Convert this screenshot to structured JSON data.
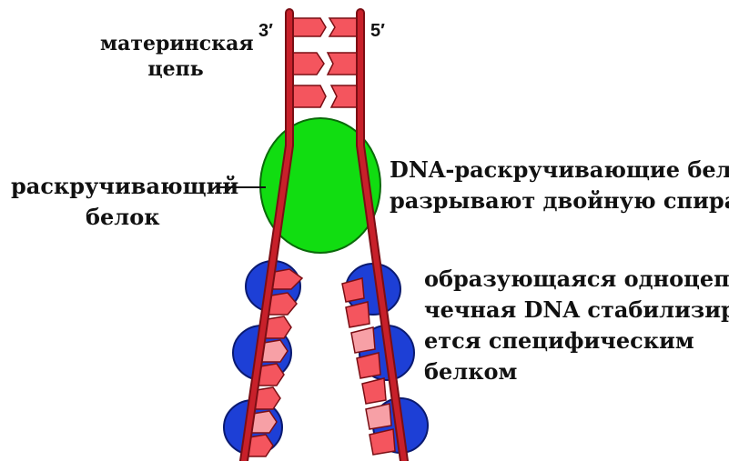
{
  "labels": {
    "parent_strand": [
      "материнская",
      "цепь"
    ],
    "end_3": "3′",
    "end_5": "5′",
    "helicase": [
      "раскручивающий",
      "белок"
    ],
    "helicase_desc": [
      "DNA-раскручивающие белки",
      "разрывают двойную спираль"
    ],
    "ssb_desc": [
      "образующаяся одноцепо-",
      "чечная DNA стабилизиру-",
      "ется специфическим",
      "белком"
    ]
  },
  "colors": {
    "backbone": "#c8202a",
    "base": "#f4555e",
    "base_light": "#f7a0a6",
    "helicase": "#11dd11",
    "ssb": "#1d3fd6",
    "text": "#111111"
  }
}
